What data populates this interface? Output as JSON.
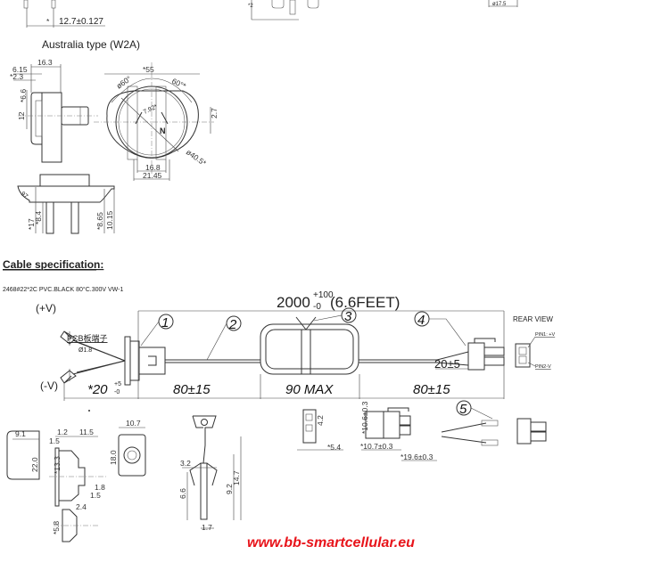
{
  "top_section": {
    "pin_pitch": "12.7±0.127",
    "dim_star": "*",
    "right_dim": "ø17.5",
    "left_dim_small": "*2"
  },
  "australia": {
    "title": "Australia type (W2A)",
    "side_dims": [
      "16.3",
      "6.15",
      "*2.3",
      "*6.6",
      "12"
    ],
    "front_dims": {
      "width": "*55",
      "angle_left": "ø60°",
      "angle_right": "60°*",
      "offset": "2.7",
      "pin_spacing": "7.92*",
      "neutral": "N",
      "diameter": "ø40.5*",
      "inner_width": "16.8",
      "outer_width": "21.45"
    },
    "bottom_dims": [
      "97",
      "*17",
      "*8.4",
      "*8.65",
      "10.15"
    ]
  },
  "cable": {
    "heading": "Cable specification:",
    "wire_spec": "2468#22*2C PVC.BLACK 80°C.300V VW-1",
    "length_main": "2000",
    "length_tol_plus": "+100",
    "length_tol_minus": "-0",
    "length_feet": "(6.6FEET)",
    "plus_v": "(+V)",
    "minus_v": "(-V)",
    "pcb_label": "PCB板端子",
    "pcb_dia": "Ø1.8",
    "strip_main": "*20",
    "strip_plus": "+5",
    "strip_minus": "-0",
    "seg1": "80±15",
    "seg2": "90 MAX",
    "seg3": "80±15",
    "split_len": "20±5",
    "callouts": [
      "1",
      "2",
      "3",
      "4",
      "5"
    ],
    "rear_view": "REAR VIEW",
    "pin1": "PIN1: +V",
    "pin2": "PIN2-V"
  },
  "details": {
    "strain_relief": [
      "9.1",
      "22.0",
      "1.2",
      "11.5",
      "1.5",
      "*13.3",
      "1.8",
      "1.5",
      "2.4",
      "*5.8",
      "10.7",
      "18.0"
    ],
    "terminal": [
      "3.2",
      "6.6",
      "9.2",
      "14.7",
      "1.7"
    ],
    "housing": [
      "4.2",
      "*5.4",
      "*10.6±0.3",
      "*10.7±0.3",
      "*19.6±0.3"
    ]
  },
  "footer": {
    "url": "www.bb-smartcellular.eu",
    "url_color": "#e8141b"
  }
}
